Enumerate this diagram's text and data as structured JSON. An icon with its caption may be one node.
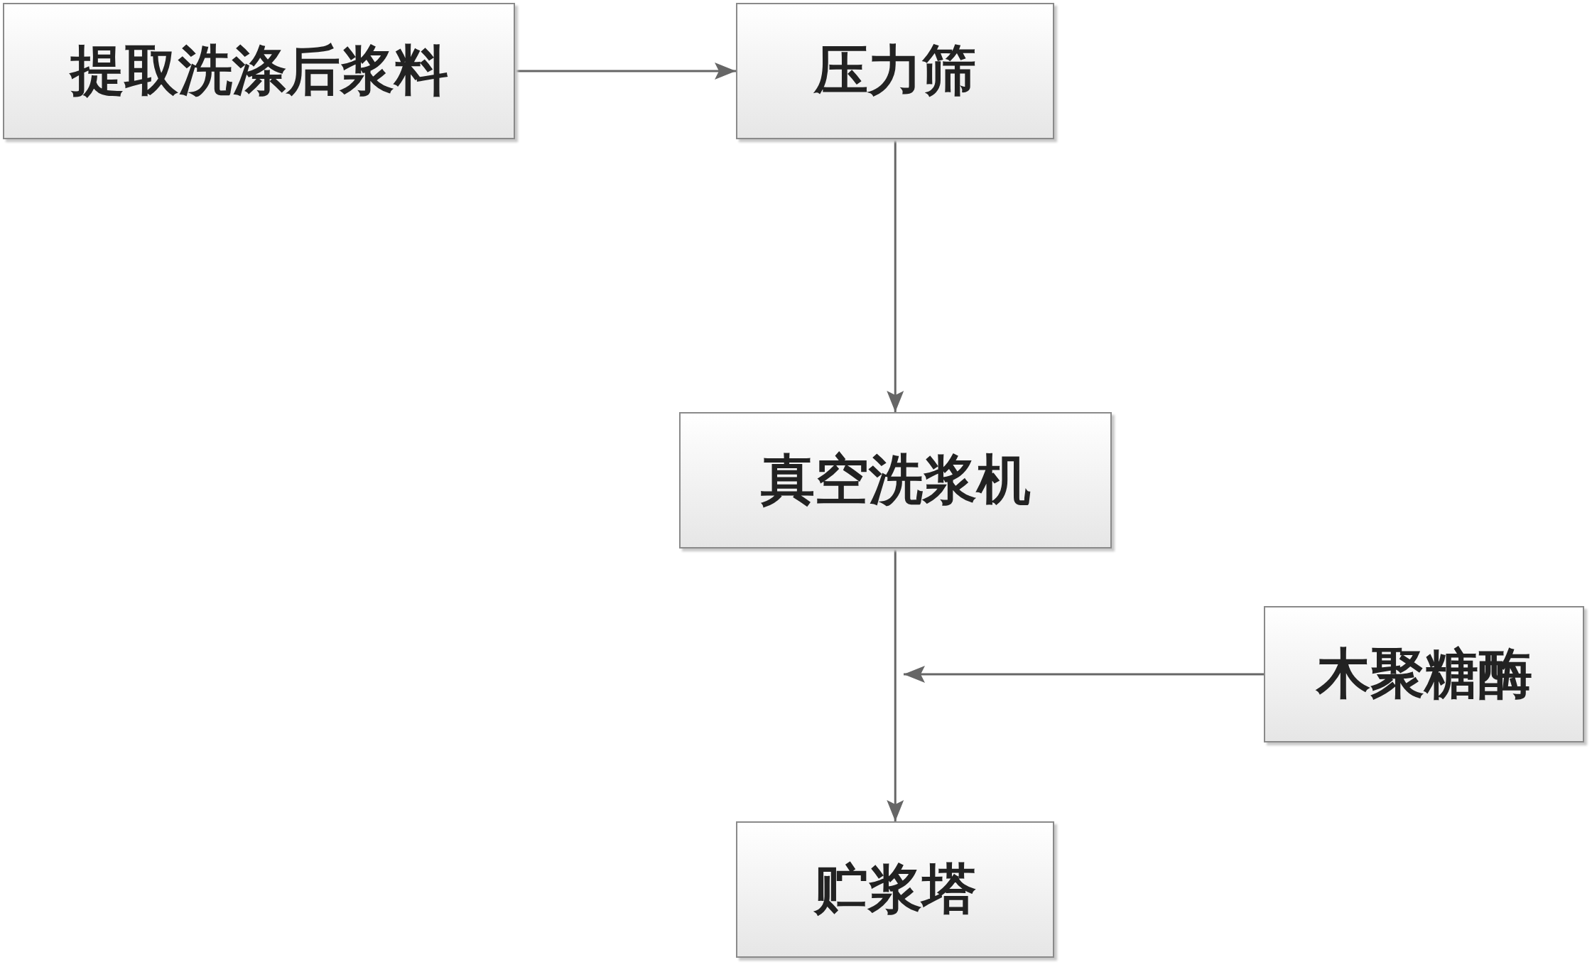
{
  "diagram": {
    "nodes": [
      {
        "text": [
          "提取洗涤后浆料"
        ]
      },
      {
        "text": [
          "压力筛"
        ]
      },
      {
        "text": [
          "真空洗浆机"
        ]
      },
      {
        "text": [
          "木聚糖酶"
        ]
      },
      {
        "text": [
          "贮浆塔"
        ]
      }
    ],
    "edges": [
      {
        "from": 0,
        "to": 1,
        "arrow": "to"
      },
      {
        "from": 1,
        "to": 2,
        "arrow": "to"
      },
      {
        "from": 2,
        "to": 4,
        "arrow": "to"
      },
      {
        "from": 3,
        "to": null,
        "arrow": "to"
      }
    ]
  }
}
